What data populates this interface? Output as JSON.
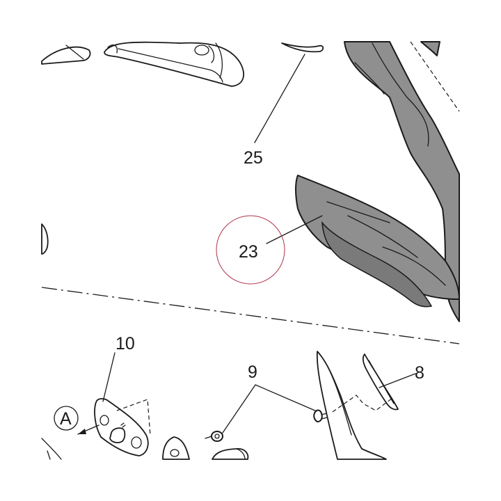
{
  "callouts": {
    "c25": "25",
    "c23": "23",
    "c10": "10",
    "c9": "9",
    "c8": "8",
    "cA": "A"
  },
  "colors": {
    "line": "#1a1a1a",
    "part_shade": "#8f8f8f",
    "highlight_circle": "#b03048",
    "background": "#ffffff"
  }
}
